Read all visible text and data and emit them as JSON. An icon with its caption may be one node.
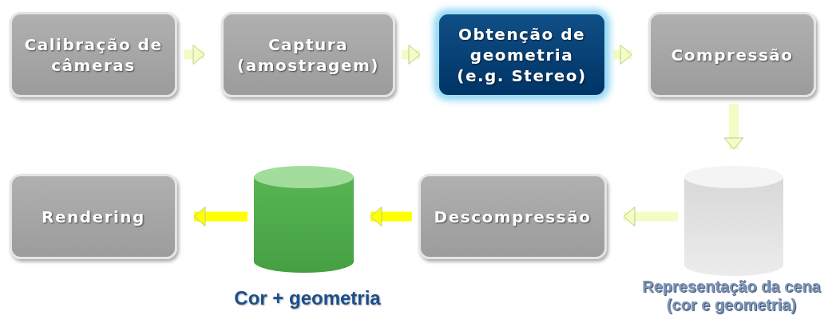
{
  "diagram": {
    "nodes": [
      {
        "text": [
          "Calibração de câmeras"
        ]
      },
      {
        "text": [
          "Captura (amostragem)"
        ]
      },
      {
        "text": [
          "Obtenção de geometria (e.g. Stereo)"
        ]
      },
      {
        "text": [
          "Compressão"
        ]
      },
      {
        "text": [],
        "shape": "cylinder",
        "beside": [
          "Representação da cena (cor e geometria)"
        ]
      },
      {
        "text": [
          "Descompressão"
        ]
      },
      {
        "text": [],
        "shape": "cylinder",
        "beside": [
          "Cor + geometria"
        ]
      },
      {
        "text": [
          "Rendering"
        ]
      }
    ],
    "edges": [
      {
        "from": 0,
        "to": 1,
        "arrow": "to"
      },
      {
        "from": 1,
        "to": 2,
        "arrow": "to"
      },
      {
        "from": 2,
        "to": 3,
        "arrow": "to"
      },
      {
        "from": 3,
        "to": 4,
        "arrow": "to"
      },
      {
        "from": 4,
        "to": 5,
        "arrow": "to"
      },
      {
        "from": 5,
        "to": 6,
        "arrow": "to",
        "color": "#ffff00"
      },
      {
        "from": 6,
        "to": 7,
        "arrow": "to",
        "color": "#ffff00"
      }
    ]
  }
}
